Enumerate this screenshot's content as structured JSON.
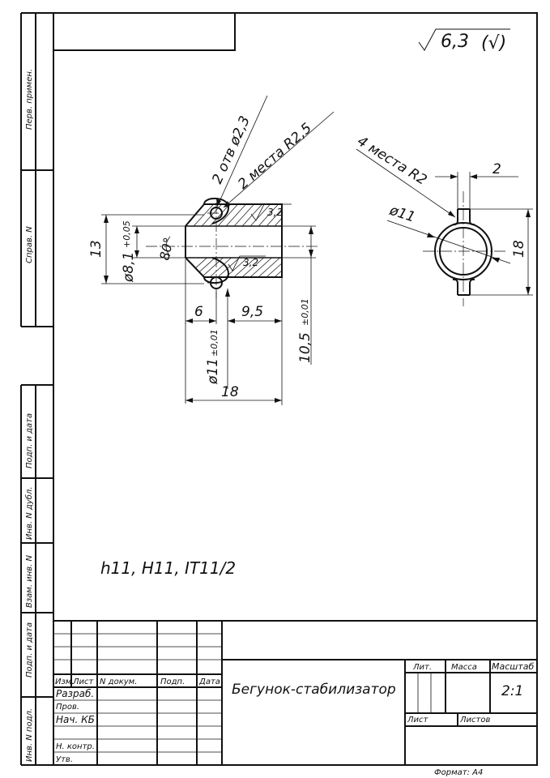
{
  "roughness": {
    "value": "6,3",
    "tail": "(√)"
  },
  "side_margin_labels": [
    "Перв. примен.",
    "Справ. N",
    "Подп. и дата",
    "Инв. N дубл.",
    "Взам. инв. N",
    "Подп. и дата",
    "Инв. N подл."
  ],
  "front_view": {
    "holes_note": "2 отв ø2,3",
    "places_note": "2 места R2,5",
    "surface_top": "3,2",
    "surface_inner": "3,2",
    "dim_height": "13",
    "dim_bore": "ø8,1",
    "dim_bore_tol": "+0,05",
    "dim_angle": "80°",
    "dim_6": "6",
    "dim_95": "9,5",
    "dim_outer": "ø11",
    "dim_outer_tol": "±0,01",
    "dim_105": "10,5",
    "dim_105_tol": "±0,01",
    "dim_18": "18"
  },
  "side_view": {
    "places_note": "4 места R2",
    "dim_2": "2",
    "dim_diam": "ø11",
    "dim_18": "18"
  },
  "tech_note": "h11, H11, IT11/2",
  "title_block": {
    "col_headers": [
      "Изм.",
      "Лист",
      "N докум.",
      "Подп.",
      "Дата"
    ],
    "roles": [
      "Разраб.",
      "Пров.",
      "Нач. КБ",
      "",
      "Н. контр.",
      "Утв."
    ],
    "part_name": "Бегунок-стабилизатор",
    "lit_label": "Лит.",
    "mass_label": "Масса",
    "scale_label": "Масштаб",
    "scale_value": "2:1",
    "sheet_label": "Лист",
    "sheets_label": "Листов",
    "format_label": "Формат: А4"
  }
}
